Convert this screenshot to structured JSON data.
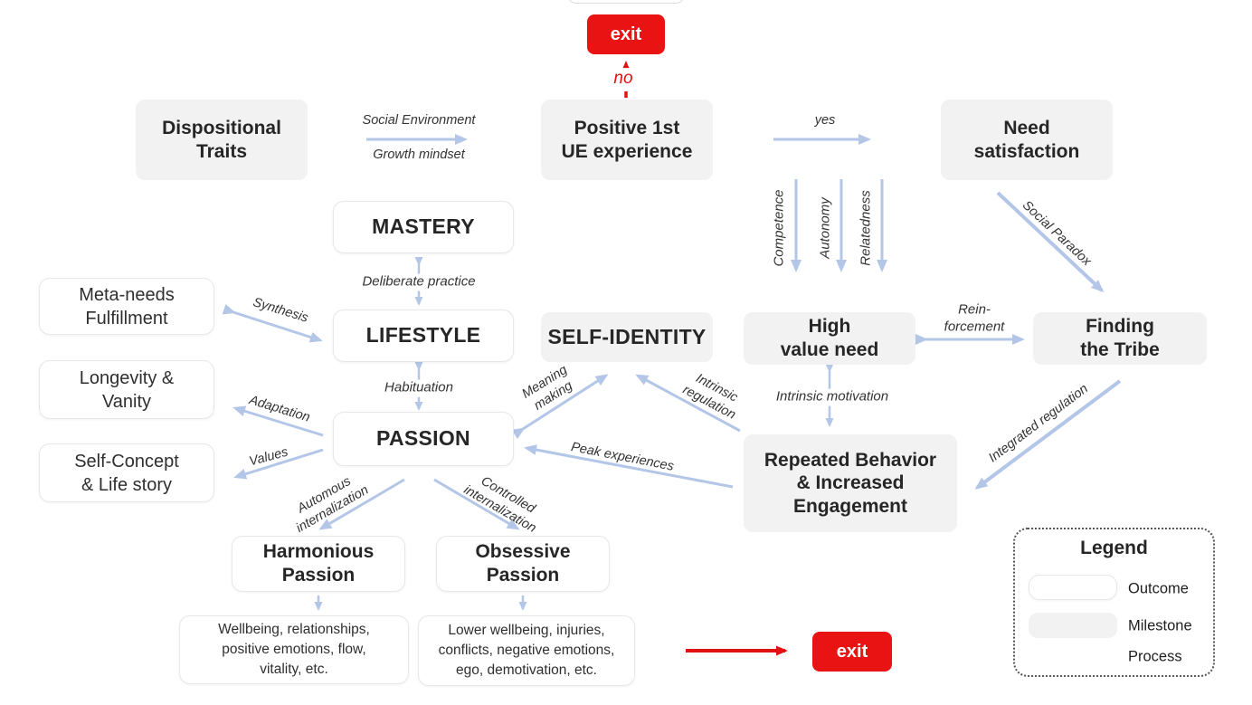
{
  "colors": {
    "process_blue": "#b3c6e7",
    "exit_red": "#ea1313",
    "milestone_gray": "#f2f2f3",
    "outcome_white": "#ffffff",
    "outcome_border": "#e7e7e7",
    "text": "#262626"
  },
  "nodes": {
    "exit_top": "exit",
    "exit_bottom": "exit",
    "dispositional": "Dispositional\nTraits",
    "positive_first": "Positive 1st\nUE experience",
    "need_satisfaction": "Need\nsatisfaction",
    "mastery": "MASTERY",
    "lifestyle": "LIFESTYLE",
    "passion": "PASSION",
    "meta_needs": "Meta-needs\nFulfillment",
    "longevity": "Longevity &\nVanity",
    "self_concept": "Self-Concept\n& Life story",
    "self_identity": "SELF-IDENTITY",
    "high_value_need": "High\nvalue need",
    "finding_tribe": "Finding\nthe Tribe",
    "repeated_behavior": "Repeated Behavior\n& Increased\nEngagement",
    "harmonious": "Harmonious\nPassion",
    "obsessive": "Obsessive\nPassion",
    "wellbeing_outcomes": "Wellbeing, relationships,\npositive emotions, flow,\nvitality, etc.",
    "negative_outcomes": "Lower wellbeing, injuries,\nconflicts, negative emotions,\nego, demotivation, etc."
  },
  "edge_labels": {
    "no": "no",
    "yes": "yes",
    "social_environment": "Social Environment",
    "growth_mindset": "Growth mindset",
    "competence": "Competence",
    "autonomy": "Autonomy",
    "relatedness": "Relatedness",
    "social_paradox": "Social Paradox",
    "deliberate_practice": "Deliberate practice",
    "habituation": "Habituation",
    "synthesis": "Synthesis",
    "adaptation": "Adaptation",
    "values": "Values",
    "meaning_making": "Meaning\nmaking",
    "intrinsic_regulation": "Intrinsic\nregulation",
    "peak_experiences": "Peak experiences",
    "reinforcement": "Rein-\nforcement",
    "intrinsic_motivation": "Intrinsic motivation",
    "integrated_regulation": "Integrated regulation",
    "automous_internalization": "Automous\ninternalization",
    "controlled_internalization": "Controlled\ninternalization"
  },
  "legend": {
    "title": "Legend",
    "items": [
      {
        "label": "Outcome"
      },
      {
        "label": "Milestone"
      },
      {
        "label": "Process"
      }
    ]
  }
}
